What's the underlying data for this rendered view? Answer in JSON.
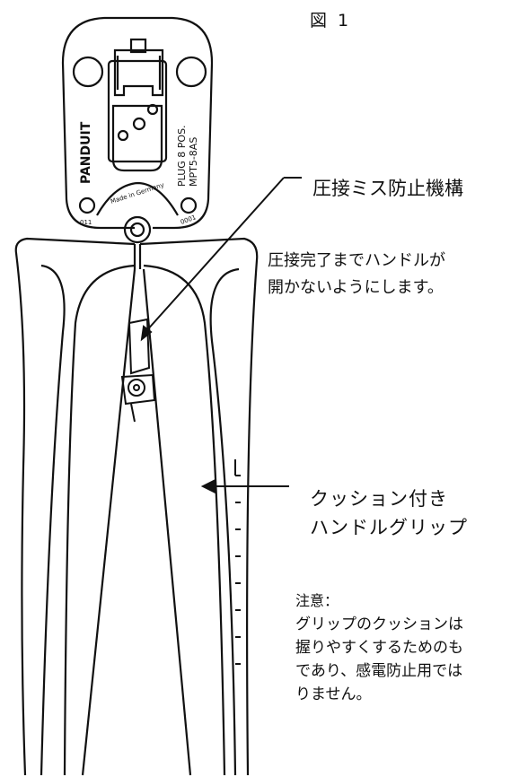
{
  "figure": {
    "label": "図 1"
  },
  "tool_markings": {
    "brand": "PANDUIT",
    "model_line1": "PLUG 8 POS.",
    "model_line2": "MPT5-8AS",
    "origin": "Made in Germany",
    "left_code": "011",
    "right_code": "0001"
  },
  "callouts": {
    "mechanism_label": "圧接ミス防止機構",
    "mechanism_desc": "圧接完了までハンドルが\n開かないようにします。",
    "grip_label": "クッション付き\nハンドルグリップ"
  },
  "note": {
    "heading": "注意：",
    "body": "グリップのクッションは\n握りやすくするためのも\nであり、感電防止用では\nりません。"
  },
  "colors": {
    "line": "#111111",
    "background": "#ffffff"
  }
}
